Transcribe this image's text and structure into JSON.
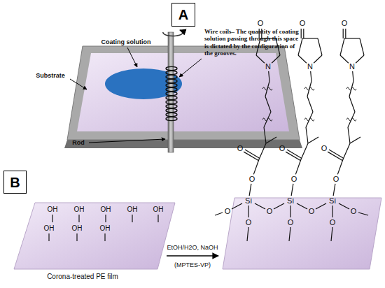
{
  "diagram": {
    "nodes": [
      {
        "text": [
          "A"
        ]
      },
      {
        "text": [
          "B"
        ]
      }
    ],
    "labels": [
      "Coating solution",
      "Wire coils– The quantity of coating solution passing through this space is dictated by the configuration of the grooves.",
      "Substrate",
      "Rod",
      "OH",
      "OH",
      "OH",
      "OH",
      "OH",
      "OH",
      "OH",
      "OH",
      "Corona-treated PE film",
      "EtOH/H2O, NaOH",
      "(MPTES-VP)",
      "O",
      "O",
      "O",
      "N",
      "N",
      "N",
      "O",
      "O",
      "O",
      "O",
      "O",
      "O",
      "Si",
      "Si",
      "Si",
      "O",
      "O",
      "O",
      "O",
      "O",
      "O",
      "O"
    ]
  }
}
